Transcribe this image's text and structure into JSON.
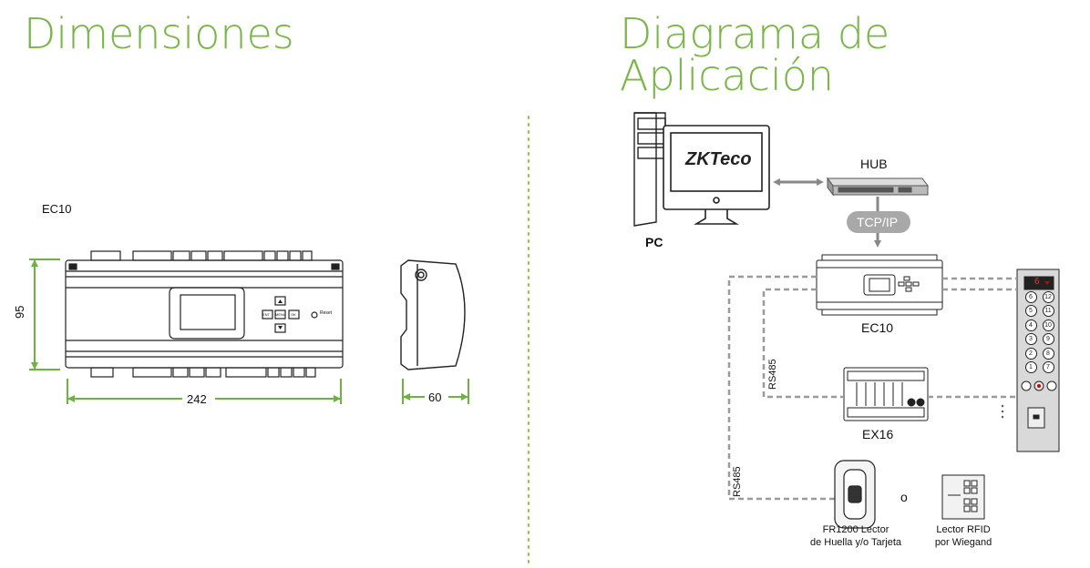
{
  "titles": {
    "left": "Dimensiones",
    "right": "Diagrama de Aplicación"
  },
  "dimensions": {
    "model": "EC10",
    "height": "95",
    "width": "242",
    "depth": "60",
    "reset_label": "Reset",
    "keys": [
      "ENT",
      "MENU",
      "OK"
    ]
  },
  "diagram": {
    "pc_label": "PC",
    "brand": "ZKTeco",
    "hub_label": "HUB",
    "protocol": "TCP/IP",
    "controller": "EC10",
    "expansion": "EX16",
    "bus1": "RS485",
    "bus2": "RS485",
    "reader1_line1": "FR1200 Lector",
    "reader1_line2": "de Huella y/o Tarjeta",
    "or": "o",
    "reader2_line1": "Lector RFID",
    "reader2_line2": "por Wiegand",
    "elevator_display": "6",
    "floor_buttons_left": [
      "6",
      "5",
      "4",
      "3",
      "2",
      "1"
    ],
    "floor_buttons_right": [
      "12",
      "11",
      "10",
      "9",
      "8",
      "7"
    ]
  },
  "colors": {
    "title_green": "#79b547",
    "divider_green": "#8cc63f",
    "dimension_green": "#6db33f",
    "dash_grey": "#9a9a9a"
  }
}
